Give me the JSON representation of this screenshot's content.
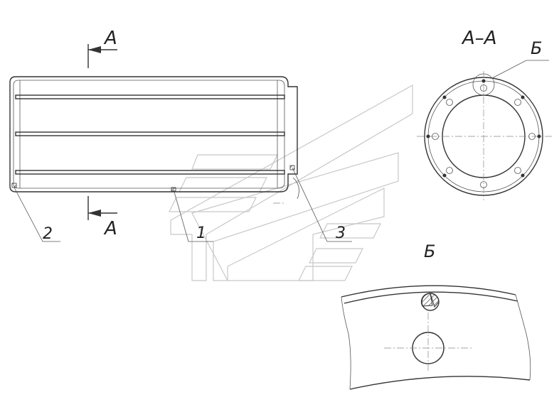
{
  "labels": {
    "section_top": "A",
    "section_bottom": "A",
    "section_view_title": "A–A",
    "detail_callout": "Б",
    "detail_view_title": "Б",
    "part_1": "1",
    "part_2": "2",
    "part_3": "3"
  },
  "colors": {
    "line": "#333333",
    "centerline": "#888888",
    "watermark": "#c8c8c8",
    "section_hatch": "#444444"
  }
}
